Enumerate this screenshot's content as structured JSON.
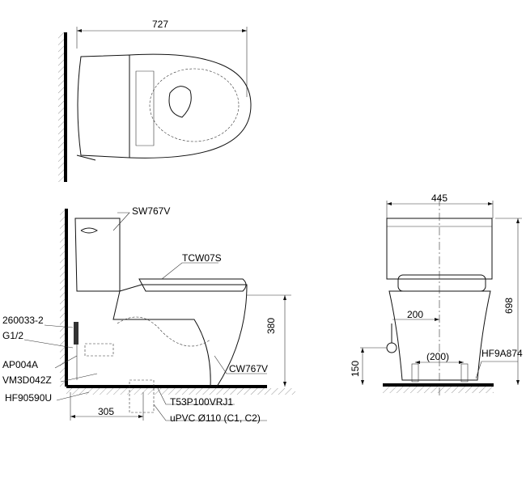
{
  "top_view": {
    "width_dim": "727"
  },
  "side_view": {
    "tank_code": "SW767V",
    "seat_code": "TCW07S",
    "bowl_code": "CW767V",
    "height_dim": "380",
    "rough_in_dim": "305",
    "parts": [
      "260033-2",
      "G1/2",
      "AP004A",
      "VM3D042Z",
      "HF90590U"
    ],
    "flange_code": "T53P100VRJ1",
    "pipe_label": "uPVC Ø110 (C1, C2)"
  },
  "front_view": {
    "width_dim": "445",
    "total_height_dim": "698",
    "supply_offset_dim": "200",
    "bolt_spacing_dim": "(200)",
    "supply_height_dim": "150",
    "bolt_code": "HF9A874"
  }
}
